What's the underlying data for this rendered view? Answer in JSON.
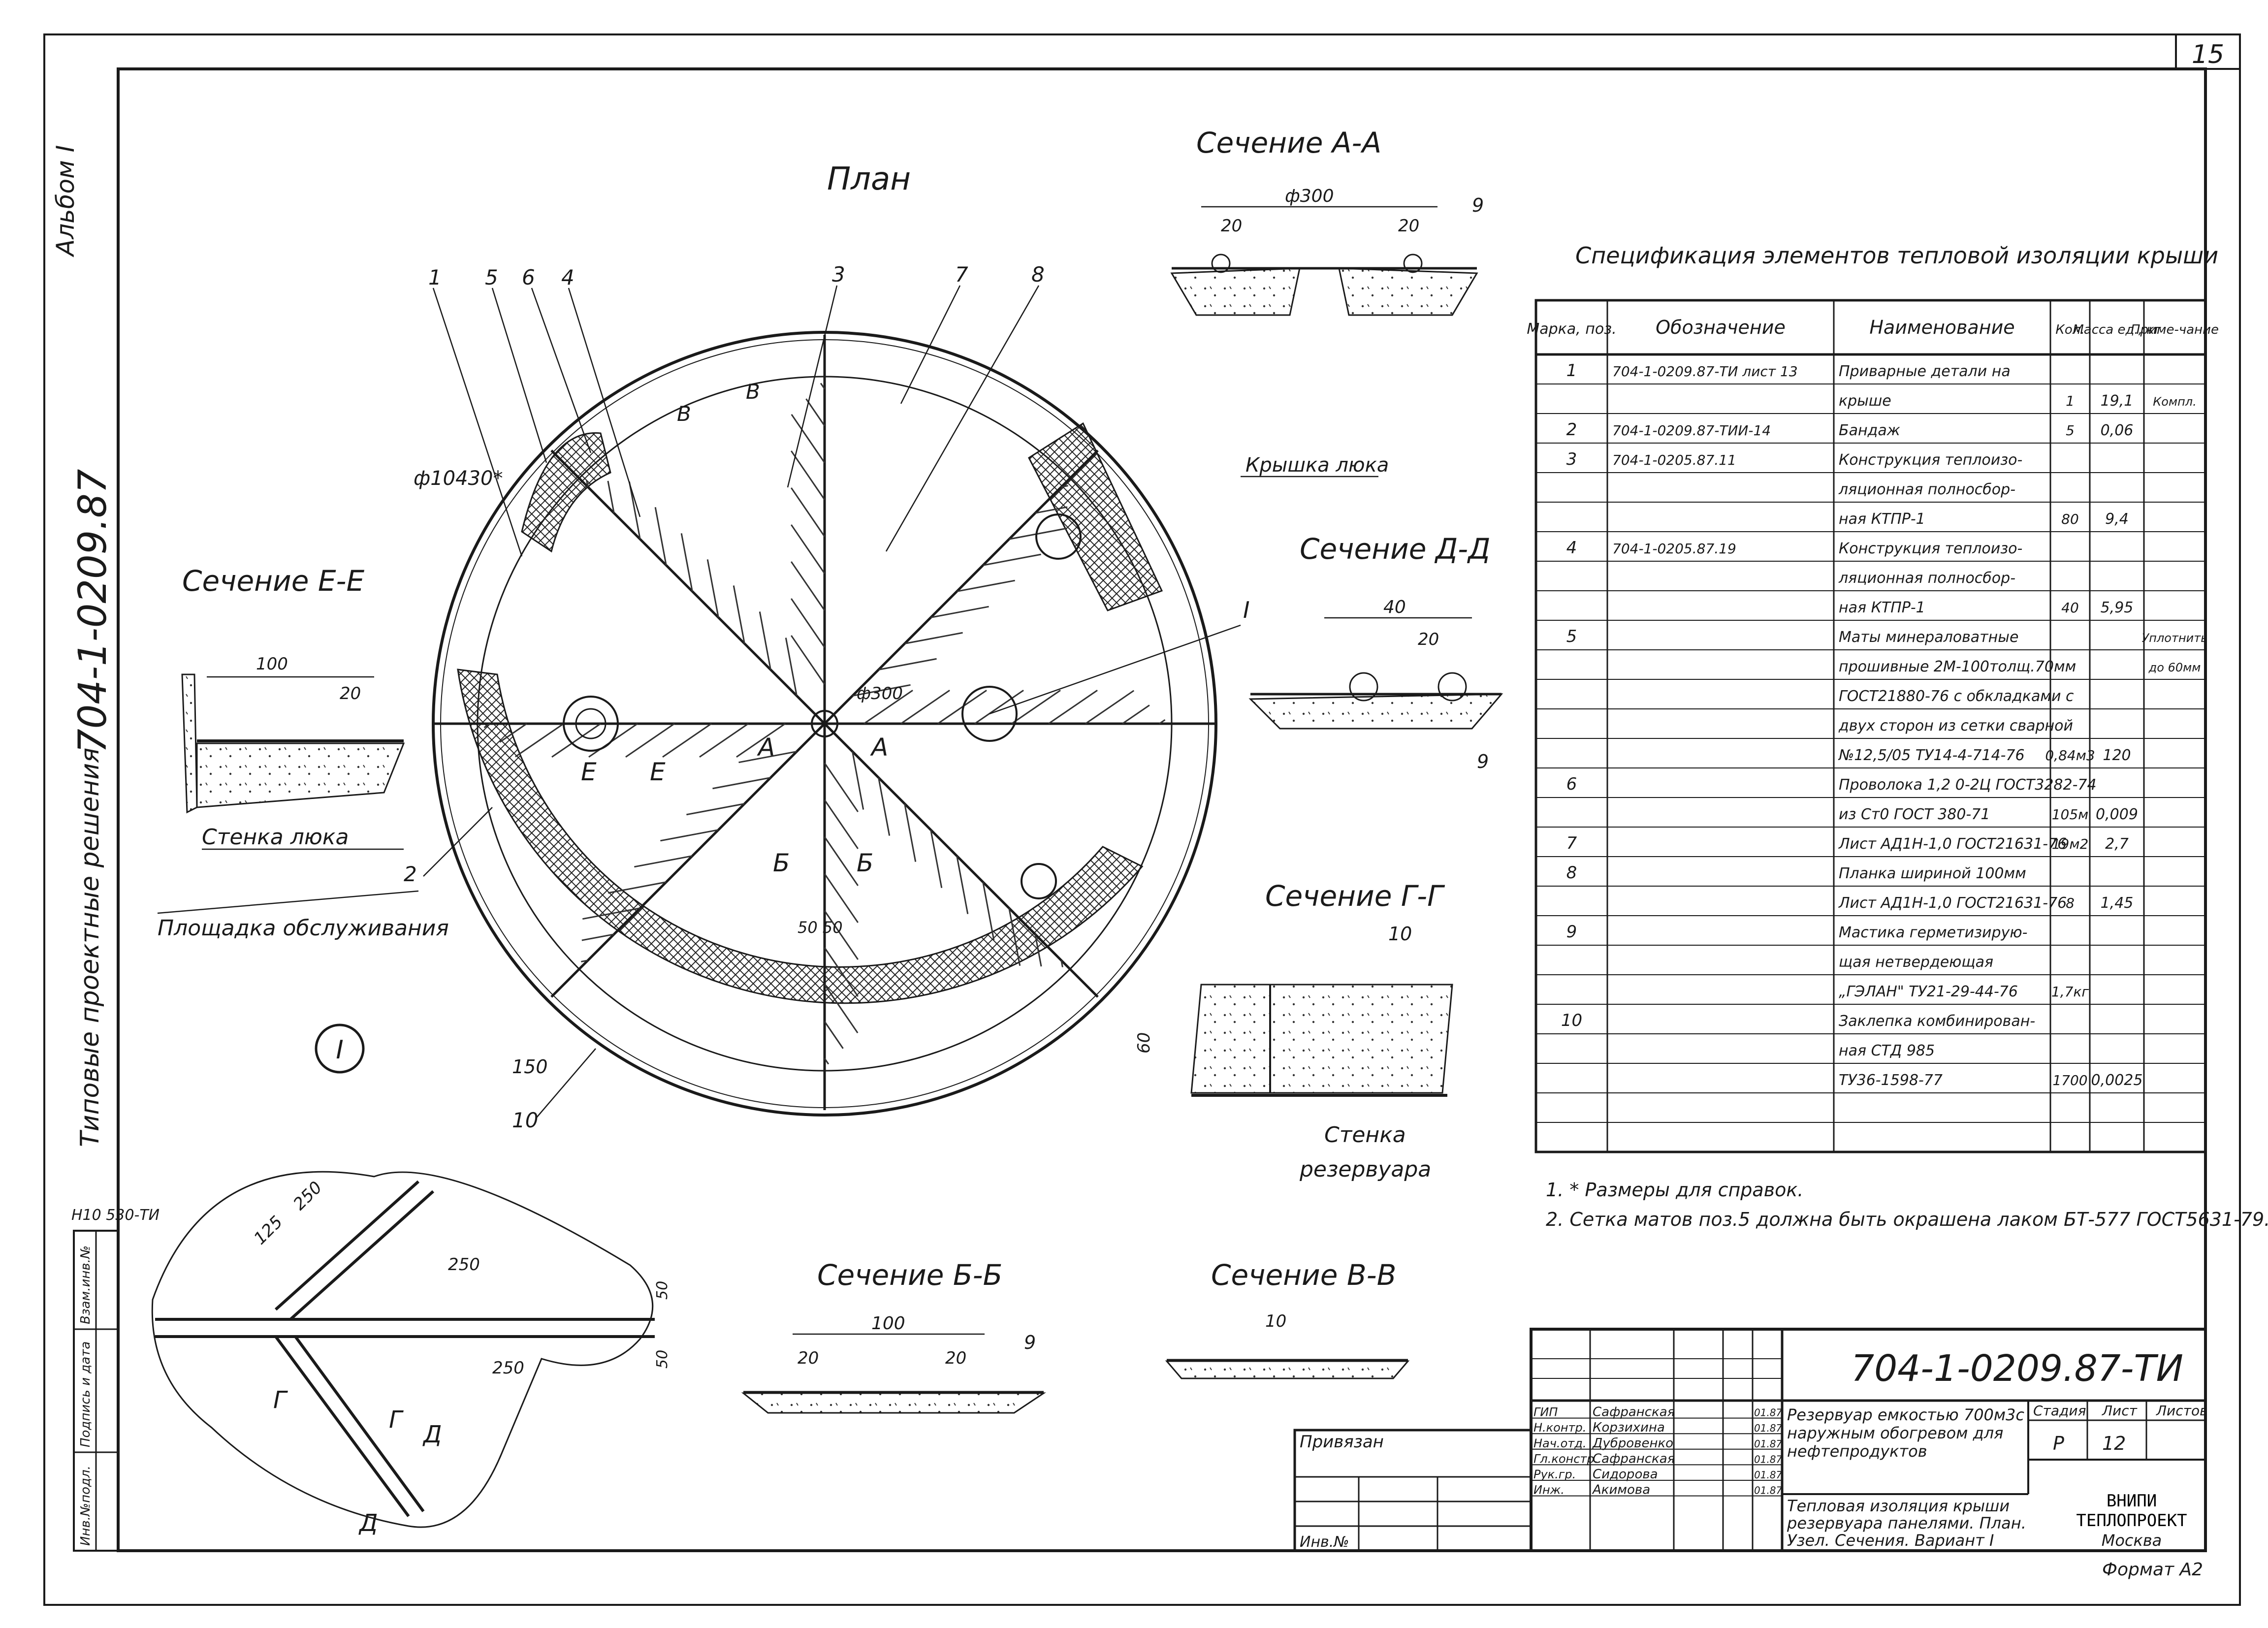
{
  "sheet": {
    "page_number": "15",
    "album": "Альбом I",
    "side_code": "704-1-0209.87",
    "side_series": "Типовые проектные решения",
    "inv_code": "Н10 530-ТИ",
    "left_stamp": [
      "Инв.№подл.",
      "Подпись и дата",
      "Взам.инв.№"
    ]
  },
  "plan": {
    "title": "План",
    "diameter": "ф10430*",
    "hatch_label": "ф300",
    "roof_hatch": "Крышка люка",
    "callouts": [
      "1",
      "5",
      "6",
      "4",
      "3",
      "7",
      "8"
    ],
    "node": "I",
    "node_circle": "I",
    "bottom_labels": [
      "150",
      "10"
    ],
    "platform_label": "Площадка обслуживания",
    "wall_label": "Стенка люка",
    "pos_2": "2",
    "cut_a": "А",
    "cut_b": "Б",
    "cut_e": "Е",
    "cut_v": "В",
    "center_dim": "50 50"
  },
  "sections": {
    "aa": {
      "title": "Сечение А-А",
      "dims": [
        "ф300",
        "20",
        "20"
      ],
      "pos": "9"
    },
    "ee": {
      "title": "Сечение Е-Е",
      "dims": [
        "100",
        "20"
      ]
    },
    "dd": {
      "title": "Сечение Д-Д",
      "dims": [
        "40",
        "20"
      ],
      "pos": "9"
    },
    "gg": {
      "title": "Сечение Г-Г",
      "dims": [
        "60"
      ],
      "pos": "10",
      "wall": "Стенка резервуара"
    },
    "bb": {
      "title": "Сечение Б-Б",
      "dims": [
        "100",
        "20",
        "20"
      ],
      "pos": "9"
    },
    "vv": {
      "title": "Сечение В-В",
      "dims": [
        "10"
      ]
    },
    "node": {
      "dims": [
        "125",
        "250",
        "250",
        "250",
        "50",
        "50"
      ],
      "cuts": [
        "Г",
        "Г",
        "Д",
        "Д"
      ]
    }
  },
  "spec": {
    "title": "Спецификация элементов тепловой изоляции крыши",
    "headers": [
      "Марка, поз.",
      "Обозначение",
      "Наименование",
      "Кол.",
      "Масса ед., кг",
      "Приме-чание"
    ],
    "rows": [
      [
        "1",
        "704-1-0209.87-ТИ лист 13",
        "Приварные детали на",
        "",
        "",
        ""
      ],
      [
        "",
        "",
        "крыше",
        "1",
        "19,1",
        "Компл."
      ],
      [
        "2",
        "704-1-0209.87-ТИИ-14",
        "Бандаж",
        "5",
        "0,06",
        ""
      ],
      [
        "3",
        "704-1-0205.87.11",
        "Конструкция теплоизо-",
        "",
        "",
        ""
      ],
      [
        "",
        "",
        "ляционная полносбор-",
        "",
        "",
        ""
      ],
      [
        "",
        "",
        "ная КТПР-1",
        "80",
        "9,4",
        ""
      ],
      [
        "4",
        "704-1-0205.87.19",
        "Конструкция теплоизо-",
        "",
        "",
        ""
      ],
      [
        "",
        "",
        "ляционная полносбор-",
        "",
        "",
        ""
      ],
      [
        "",
        "",
        "ная КТПР-1",
        "40",
        "5,95",
        ""
      ],
      [
        "5",
        "",
        "Маты минераловатные",
        "",
        "",
        "Уплотнить"
      ],
      [
        "",
        "",
        "прошивные 2М-100толщ.70мм",
        "",
        "",
        "до 60мм"
      ],
      [
        "",
        "",
        "ГОСТ21880-76 с обкладками с",
        "",
        "",
        ""
      ],
      [
        "",
        "",
        "двух сторон из сетки сварной",
        "",
        "",
        ""
      ],
      [
        "",
        "",
        "№12,5/05 ТУ14-4-714-76",
        "0,84м3",
        "120",
        ""
      ],
      [
        "6",
        "",
        "Проволока 1,2 0-2Ц ГОСТ3282-74",
        "",
        "",
        ""
      ],
      [
        "",
        "",
        "из Ст0 ГОСТ 380-71",
        "105м",
        "0,009",
        ""
      ],
      [
        "7",
        "",
        "Лист АД1Н-1,0 ГОСТ21631-76",
        "19м2",
        "2,7",
        ""
      ],
      [
        "8",
        "",
        "Планка шириной 100мм",
        "",
        "",
        ""
      ],
      [
        "",
        "",
        "Лист АД1Н-1,0 ГОСТ21631-76",
        "8",
        "1,45",
        ""
      ],
      [
        "9",
        "",
        "Мастика герметизирую-",
        "",
        "",
        ""
      ],
      [
        "",
        "",
        "щая нетвердеющая",
        "",
        "",
        ""
      ],
      [
        "",
        "",
        "„ГЭЛАН\" ТУ21-29-44-76",
        "1,7кг",
        "",
        ""
      ],
      [
        "10",
        "",
        "Заклепка комбинирован-",
        "",
        "",
        ""
      ],
      [
        "",
        "",
        "ная СТД 985",
        "",
        "",
        ""
      ],
      [
        "",
        "",
        "ТУ36-1598-77",
        "1700",
        "0,0025",
        ""
      ],
      [
        "",
        "",
        "",
        "",
        "",
        ""
      ],
      [
        "",
        "",
        "",
        "",
        "",
        ""
      ]
    ]
  },
  "notes": [
    "1. * Размеры для справок.",
    "2. Сетка матов поз.5 должна быть окрашена лаком БТ-577 ГОСТ5631-79."
  ],
  "title_block": {
    "code": "704-1-0209.87-ТИ",
    "bound": "Привязан",
    "inv": "Инв.№",
    "roles": [
      "ГИП",
      "Н.контр.",
      "Нач.отд.",
      "Гл.констр.",
      "Рук.гр.",
      "Инж."
    ],
    "names": [
      "Сафранская",
      "Корзихина",
      "Дубровенко",
      "Сафранская",
      "Сидорова",
      "Акимова"
    ],
    "dates": [
      "01.87",
      "01.87",
      "01.87",
      "01.87",
      "01.87",
      "01.87"
    ],
    "object": [
      "Резервуар емкостью 700м3с",
      "наружным обогревом для",
      "нефтепродуктов"
    ],
    "sheet_title": [
      "Тепловая изоляция крыши",
      "резервуара панелями. План.",
      "Узел. Сечения. Вариант I"
    ],
    "stage_h": "Стадия",
    "sheet_h": "Лист",
    "sheets_h": "Листов",
    "stage": "Р",
    "sheet_no": "12",
    "org": [
      "ВНИПИ",
      "ТЕПЛОПРОЕКТ",
      "Москва"
    ],
    "format": "Формат А2"
  }
}
